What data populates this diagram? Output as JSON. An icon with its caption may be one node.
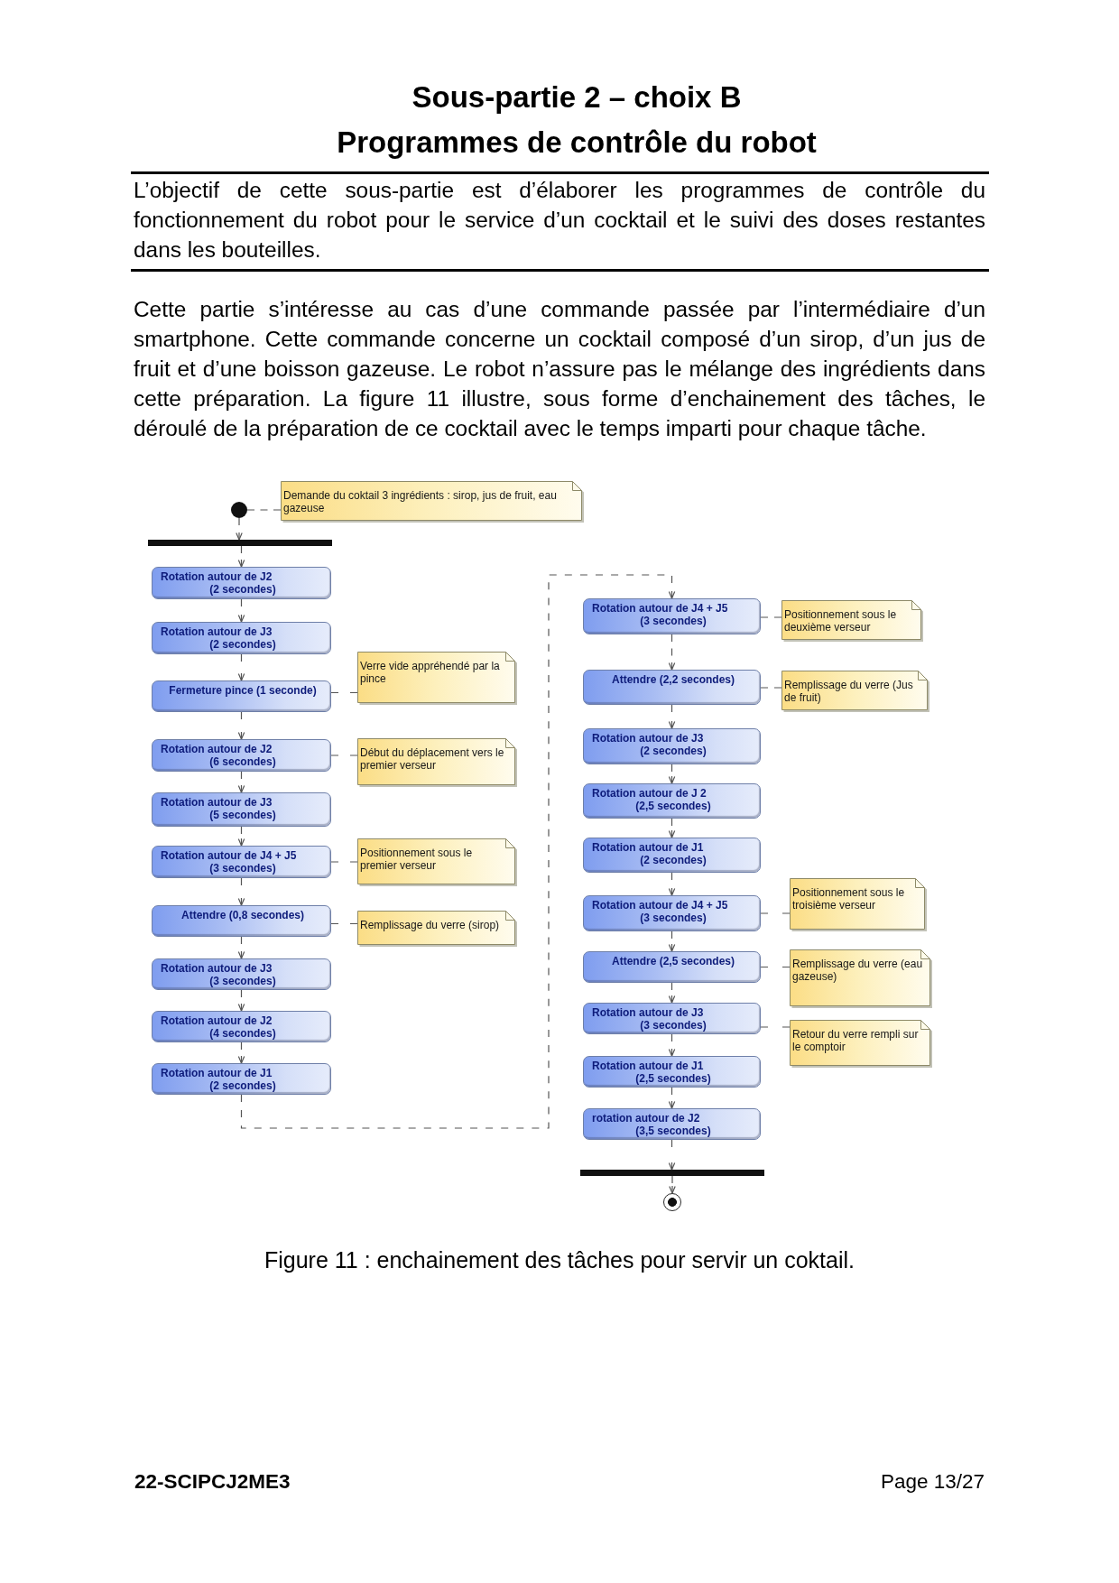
{
  "diagram": {
    "title": "Sous-partie 2 – choix B",
    "caption": "Figure 11 : enchainement des tâches pour servir un coktail.",
    "nodes": [
      {
        "text": [],
        "shape": "circle"
      },
      {
        "text": [
          "Demande du coktail 3 ingrédients : sirop, jus de fruit, eau gazeuse"
        ]
      },
      {
        "text": [],
        "shape": "bar"
      },
      {
        "text": [
          "Rotation autour de J2",
          "(2 secondes)"
        ]
      },
      {
        "text": [
          "Rotation autour de J3",
          "(2 secondes)"
        ]
      },
      {
        "text": [
          "Fermeture pince (1 seconde)"
        ]
      },
      {
        "text": [
          "Verre vide appréhendé par la pince"
        ]
      },
      {
        "text": [
          "Rotation autour de J2",
          "(6 secondes)"
        ]
      },
      {
        "text": [
          "Début du déplacement vers le premier verseur"
        ]
      },
      {
        "text": [
          "Rotation autour de J3",
          "(5 secondes)"
        ]
      },
      {
        "text": [
          "Rotation autour de J4 + J5",
          "(3 secondes)"
        ]
      },
      {
        "text": [
          "Positionnement sous le premier verseur"
        ]
      },
      {
        "text": [
          "Attendre (0,8 secondes)"
        ]
      },
      {
        "text": [
          "Remplissage du verre (sirop)"
        ]
      },
      {
        "text": [
          "Rotation autour de J3",
          "(3 secondes)"
        ]
      },
      {
        "text": [
          "Rotation autour de J2",
          "(4 secondes)"
        ]
      },
      {
        "text": [
          "Rotation autour de J1",
          "(2 secondes)"
        ]
      },
      {
        "text": [
          "Rotation autour de J4 + J5",
          "(3 secondes)"
        ]
      },
      {
        "text": [
          "Positionnement sous le deuxième verseur"
        ]
      },
      {
        "text": [
          "Attendre (2,2 secondes)"
        ]
      },
      {
        "text": [
          "Remplissage du verre (Jus de fruit)"
        ]
      },
      {
        "text": [
          "Rotation autour de J3",
          "(2 secondes)"
        ]
      },
      {
        "text": [
          "Rotation autour de J 2",
          "(2,5 secondes)"
        ]
      },
      {
        "text": [
          "Rotation autour de J1",
          "(2 secondes)"
        ]
      },
      {
        "text": [
          "Rotation autour de J4 + J5",
          "(3 secondes)"
        ]
      },
      {
        "text": [
          "Positionnement sous le troisième verseur"
        ]
      },
      {
        "text": [
          "Attendre (2,5 secondes)"
        ]
      },
      {
        "text": [
          "Remplissage du verre (eau gazeuse)"
        ]
      },
      {
        "text": [
          "Rotation autour de J3",
          "(3 secondes)"
        ]
      },
      {
        "text": [
          "Retour du verre rempli sur le comptoir"
        ]
      },
      {
        "text": [
          "Rotation autour de J1",
          "(2,5 secondes)"
        ]
      },
      {
        "text": [
          "rotation autour de J2",
          "(3,5 secondes)"
        ]
      },
      {
        "text": [],
        "shape": "bar"
      },
      {
        "text": [],
        "shape": "bullseye"
      }
    ],
    "edges": [
      {
        "from": 0,
        "to": 2,
        "arrow": "to",
        "style": "dashed"
      },
      {
        "from": 2,
        "to": 3,
        "arrow": "to",
        "style": "dashed"
      },
      {
        "from": 3,
        "to": 4,
        "arrow": "to",
        "style": "dashed"
      },
      {
        "from": 4,
        "to": 5,
        "arrow": "to",
        "style": "dashed"
      },
      {
        "from": 5,
        "to": 7,
        "arrow": "to",
        "style": "dashed"
      },
      {
        "from": 7,
        "to": 9,
        "arrow": "to",
        "style": "dashed"
      },
      {
        "from": 9,
        "to": 10,
        "arrow": "to",
        "style": "dashed"
      },
      {
        "from": 10,
        "to": 12,
        "arrow": "to",
        "style": "dashed"
      },
      {
        "from": 12,
        "to": 14,
        "arrow": "to",
        "style": "dashed"
      },
      {
        "from": 14,
        "to": 15,
        "arrow": "to",
        "style": "dashed"
      },
      {
        "from": 15,
        "to": 16,
        "arrow": "to",
        "style": "dashed"
      },
      {
        "from": 16,
        "to": 17,
        "arrow": "to",
        "style": "dashed"
      },
      {
        "from": 17,
        "to": 19,
        "arrow": "to",
        "style": "dashed"
      },
      {
        "from": 19,
        "to": 21,
        "arrow": "to",
        "style": "dashed"
      },
      {
        "from": 21,
        "to": 22,
        "arrow": "to",
        "style": "dashed"
      },
      {
        "from": 22,
        "to": 23,
        "arrow": "to",
        "style": "dashed"
      },
      {
        "from": 23,
        "to": 24,
        "arrow": "to",
        "style": "dashed"
      },
      {
        "from": 24,
        "to": 26,
        "arrow": "to",
        "style": "dashed"
      },
      {
        "from": 26,
        "to": 28,
        "arrow": "to",
        "style": "dashed"
      },
      {
        "from": 28,
        "to": 30,
        "arrow": "to",
        "style": "dashed"
      },
      {
        "from": 30,
        "to": 31,
        "arrow": "to",
        "style": "dashed"
      },
      {
        "from": 31,
        "to": 32,
        "arrow": "to",
        "style": "dashed"
      },
      {
        "from": 32,
        "to": 33,
        "arrow": "to",
        "style": "dashed"
      },
      {
        "from": 0,
        "to": 1,
        "arrow": "none",
        "style": "dashed"
      },
      {
        "from": 5,
        "to": 6,
        "arrow": "none",
        "style": "dashed"
      },
      {
        "from": 7,
        "to": 8,
        "arrow": "none",
        "style": "dashed"
      },
      {
        "from": 10,
        "to": 11,
        "arrow": "none",
        "style": "dashed"
      },
      {
        "from": 12,
        "to": 13,
        "arrow": "none",
        "style": "dashed"
      },
      {
        "from": 17,
        "to": 18,
        "arrow": "none",
        "style": "dashed"
      },
      {
        "from": 19,
        "to": 20,
        "arrow": "none",
        "style": "dashed"
      },
      {
        "from": 24,
        "to": 25,
        "arrow": "none",
        "style": "dashed"
      },
      {
        "from": 26,
        "to": 27,
        "arrow": "none",
        "style": "dashed"
      },
      {
        "from": 28,
        "to": 29,
        "arrow": "none",
        "style": "dashed"
      }
    ],
    "labels": [
      "Programmes de contrôle du robot",
      "L’objectif de cette sous-partie est d’élaborer les programmes de contrôle du fonctionnement du robot pour le service d’un cocktail et le suivi des doses restantes dans les bouteilles.",
      "Cette partie s’intéresse au cas d’une commande passée par l’intermédiaire d’un smartphone. Cette commande concerne un cocktail composé d’un sirop, d’un jus de fruit et d’une boisson gazeuse. Le robot n’assure pas le mélange des ingrédients dans cette préparation. La figure 11 illustre, sous forme d’enchainement des tâches, le déroulé de la préparation de ce cocktail avec le temps imparti pour chaque tâche.",
      "22-SCIPCJ2ME3",
      "Page 13/27"
    ]
  }
}
